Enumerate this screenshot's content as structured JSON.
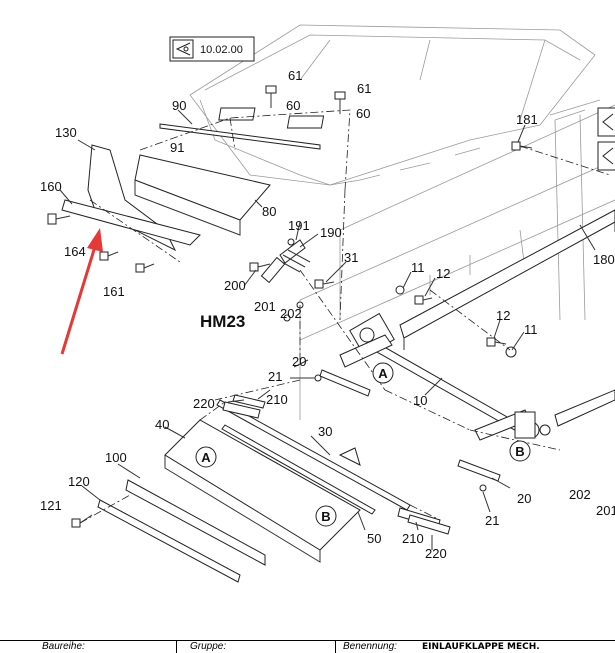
{
  "reference_box": {
    "code": "10.02.00"
  },
  "assembly_label": "HM23",
  "part_numbers": [
    "61",
    "61",
    "60",
    "60",
    "90",
    "91",
    "130",
    "160",
    "164",
    "161",
    "80",
    "191",
    "190",
    "200",
    "31",
    "201",
    "202",
    "11",
    "12",
    "181",
    "180",
    "12",
    "11",
    "20",
    "21",
    "10",
    "220",
    "210",
    "40",
    "30",
    "100",
    "120",
    "121",
    "50",
    "210",
    "220",
    "20",
    "21",
    "202",
    "201"
  ],
  "circle_markers": [
    "A",
    "A",
    "B",
    "B"
  ],
  "title_block": {
    "series_label": "Baureihe:",
    "group_label": "Gruppe:",
    "name_label": "Benennung:",
    "name_value": "EINLAUFKLAPPE MECH."
  },
  "colors": {
    "arrow": "#e53935",
    "line": "#333333"
  }
}
